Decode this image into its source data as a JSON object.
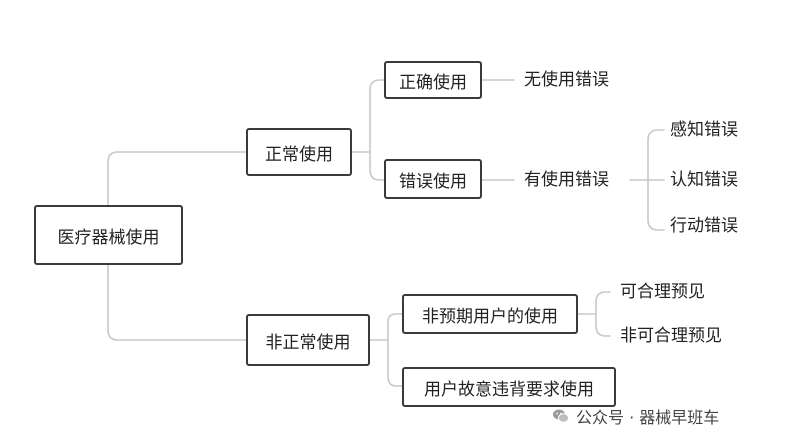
{
  "diagram": {
    "root": "医疗器械使用",
    "normal_use": "正常使用",
    "correct_use": "正确使用",
    "no_use_error": "无使用错误",
    "wrong_use": "错误使用",
    "has_use_error": "有使用错误",
    "perception_error": "感知错误",
    "cognition_error": "认知错误",
    "action_error": "行动错误",
    "abnormal_use": "非正常使用",
    "unexpected_user_use": "非预期用户的使用",
    "reasonably_foreseeable": "可合理预见",
    "not_reasonably_foreseeable": "非可合理预见",
    "intentional_violation": "用户故意违背要求使用"
  },
  "watermark": {
    "text": "公众号 · 器械早班车",
    "icon": "wechat-icon"
  },
  "colors": {
    "node_border": "#3a3a3a",
    "connector": "#c8c8c8"
  }
}
